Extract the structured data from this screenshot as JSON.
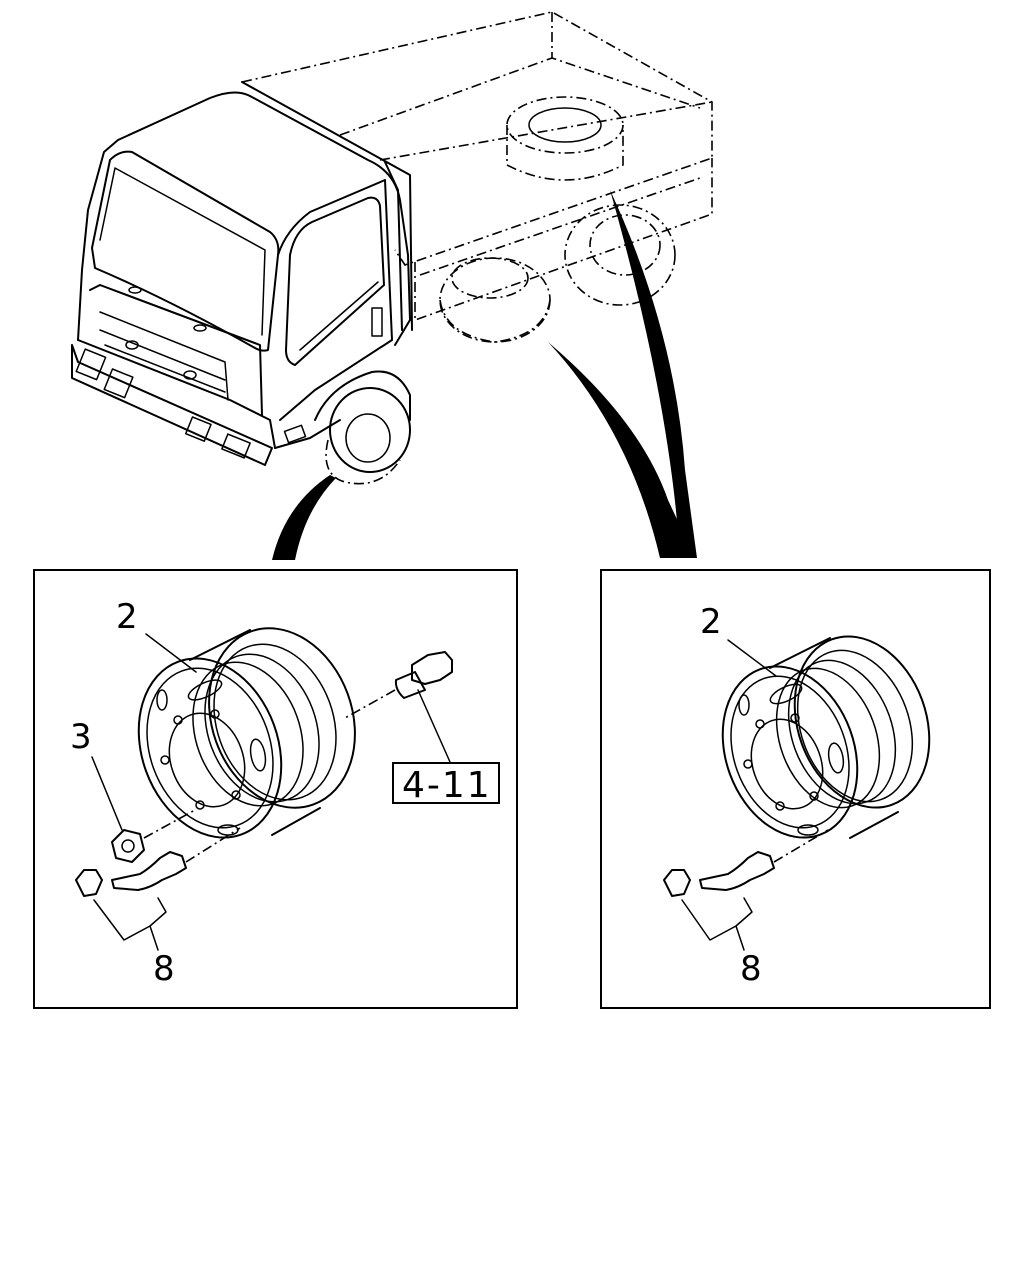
{
  "left_panel": {
    "labels": {
      "wheel": "2",
      "nut": "3",
      "valve": "8"
    },
    "reference": "4-11"
  },
  "right_panel": {
    "labels": {
      "wheel": "2",
      "valve": "8"
    }
  }
}
